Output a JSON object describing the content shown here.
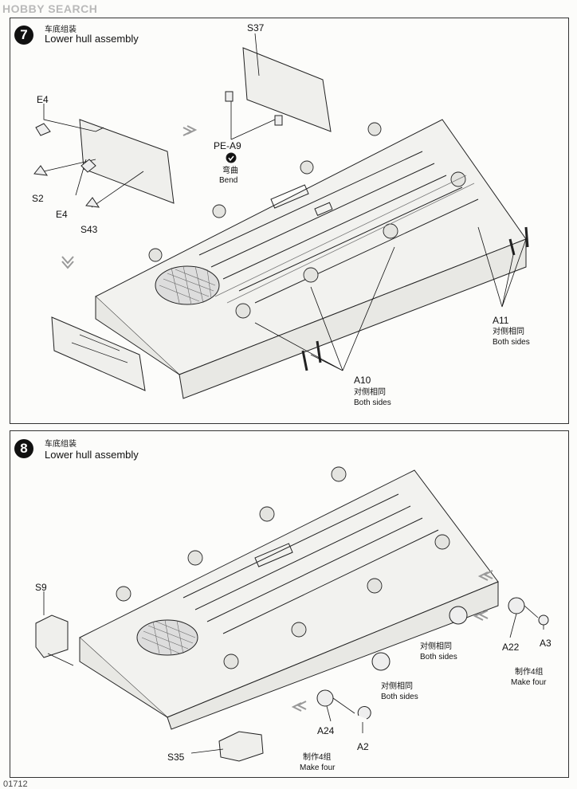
{
  "watermark": "HOBBY SEARCH",
  "footer_text": "01712",
  "steps": [
    {
      "number": "7",
      "title_cn": "车底组装",
      "title_en": "Lower hull assembly",
      "callouts": {
        "s37": "S37",
        "e4_top": "E4",
        "s2": "S2",
        "e4_bottom": "E4",
        "s43": "S43",
        "pe_a9": "PE-A9",
        "bend_cn": "弯曲",
        "bend_en": "Bend",
        "a11": "A11",
        "a11_cn": "对侧相同",
        "a11_en": "Both sides",
        "a10": "A10",
        "a10_cn": "对侧相同",
        "a10_en": "Both sides"
      }
    },
    {
      "number": "8",
      "title_cn": "车底组装",
      "title_en": "Lower hull assembly",
      "callouts": {
        "s9": "S9",
        "s35": "S35",
        "a22": "A22",
        "a3": "A3",
        "make_four_right_cn": "制作4组",
        "make_four_right_en": "Make four",
        "both_sides_1_cn": "对侧相同",
        "both_sides_1_en": "Both sides",
        "both_sides_2_cn": "对侧相同",
        "both_sides_2_en": "Both sides",
        "a24": "A24",
        "a2": "A2",
        "make_four_bottom_cn": "制作4组",
        "make_four_bottom_en": "Make four"
      }
    }
  ]
}
